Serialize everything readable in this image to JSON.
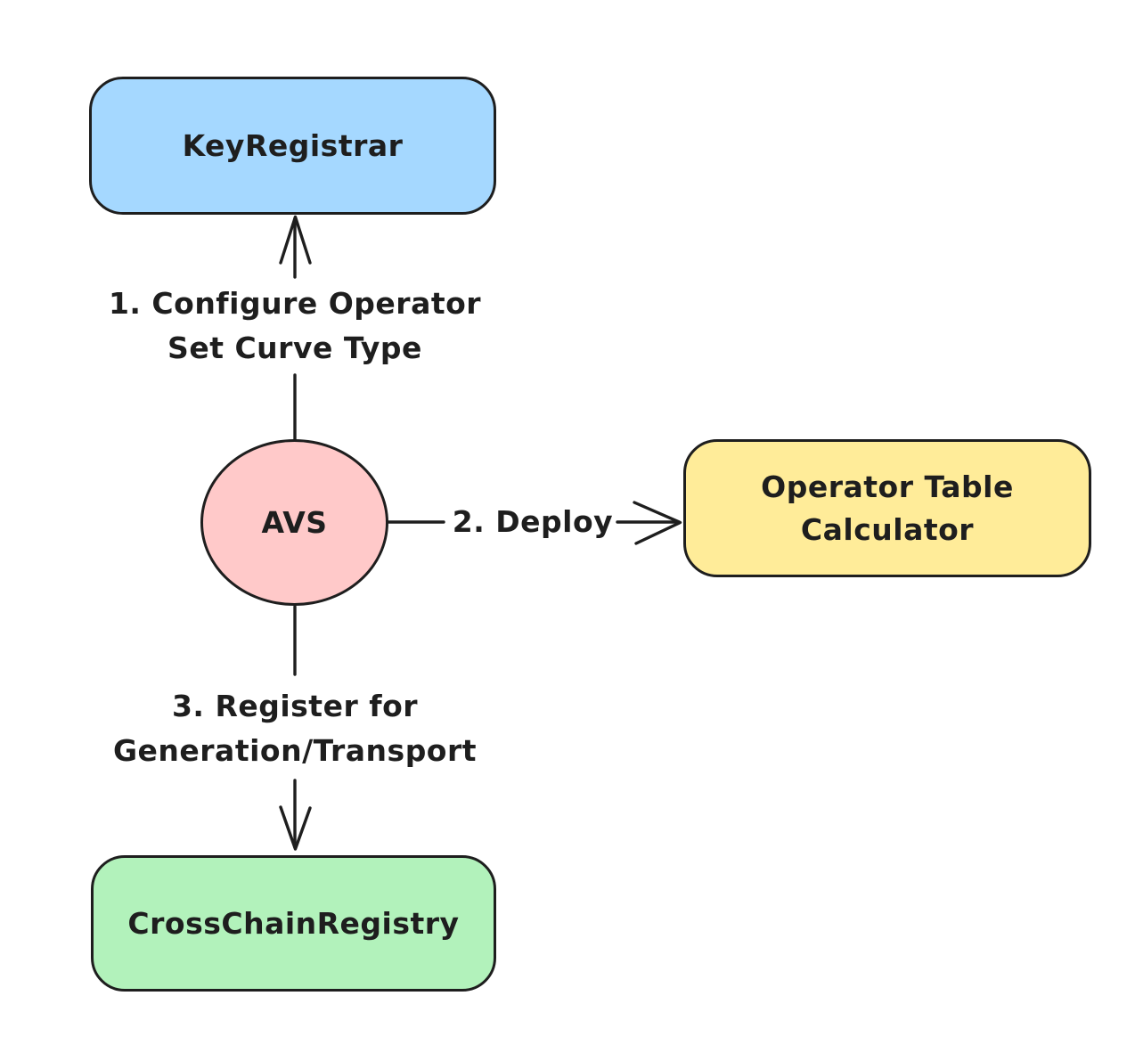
{
  "diagram": {
    "background_color": "#ffffff",
    "stroke_color": "#1e1e1e",
    "nodes": {
      "key_registrar": {
        "label": "KeyRegistrar",
        "fill": "#a5d8ff",
        "shape": "rounded-rectangle"
      },
      "avs": {
        "label": "AVS",
        "fill": "#ffc9c9",
        "shape": "circle"
      },
      "operator_table_calculator": {
        "label_line1": "Operator Table",
        "label_line2": "Calculator",
        "fill": "#ffec99",
        "shape": "rounded-rectangle"
      },
      "cross_chain_registry": {
        "label": "CrossChainRegistry",
        "fill": "#b2f2bb",
        "shape": "rounded-rectangle"
      }
    },
    "edges": {
      "configure": {
        "from": "AVS",
        "to": "KeyRegistrar",
        "direction": "up",
        "label_line1": "1. Configure Operator",
        "label_line2": "Set Curve Type"
      },
      "deploy": {
        "from": "AVS",
        "to": "Operator Table Calculator",
        "direction": "right",
        "label": "2. Deploy"
      },
      "register": {
        "from": "AVS",
        "to": "CrossChainRegistry",
        "direction": "down",
        "label_line1": "3. Register for",
        "label_line2": "Generation/Transport"
      }
    }
  }
}
